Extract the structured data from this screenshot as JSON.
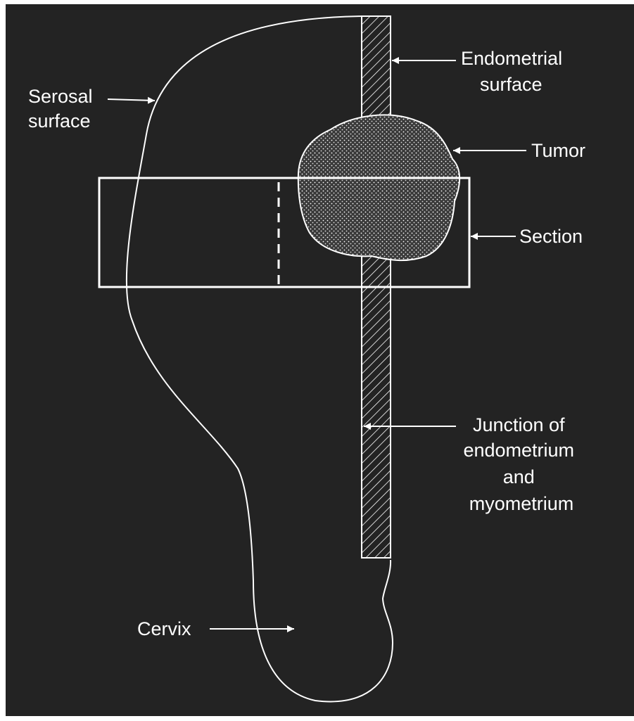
{
  "labels": {
    "serosal_surface": [
      "Serosal",
      "surface"
    ],
    "endometrial_surface": [
      "Endometrial",
      "surface"
    ],
    "tumor": "Tumor",
    "section": "Section",
    "junction": [
      "Junction of",
      "endometrium",
      "and",
      "myometrium"
    ],
    "cervix": "Cervix"
  },
  "colors": {
    "background": "#232323",
    "frame_border": "#ffffff",
    "line": "#ffffff",
    "text": "#ffffff"
  }
}
